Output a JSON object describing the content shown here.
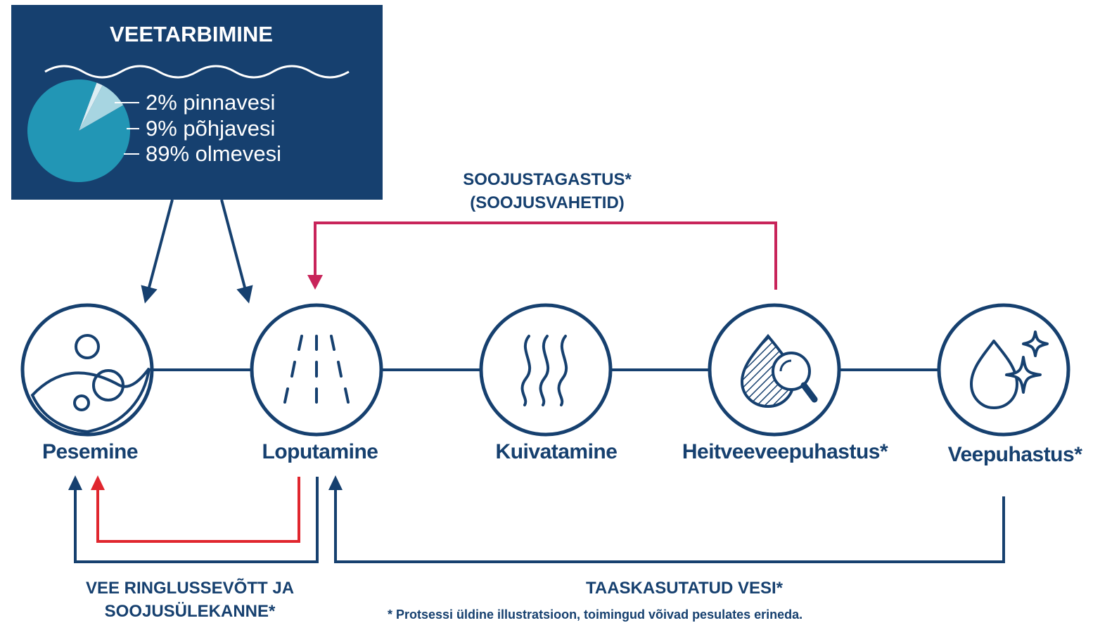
{
  "panel": {
    "title": "VEETARBIMINE",
    "pie": [
      {
        "label": "2% pinnavesi",
        "percent": 2,
        "color": "#dcedf3"
      },
      {
        "label": "9% põhjavesi",
        "percent": 9,
        "color": "#a7d5e1"
      },
      {
        "label": "89% olmevesi",
        "percent": 89,
        "color": "#2296b5"
      }
    ],
    "bg_color": "#16406f"
  },
  "stages": [
    {
      "label": "Pesemine",
      "icon": "washing-icon"
    },
    {
      "label": "Loputamine",
      "icon": "rinse-spray-icon"
    },
    {
      "label": "Kuivatamine",
      "icon": "drying-heat-waves-icon"
    },
    {
      "label": "Heitveeveepuhastus*",
      "icon": "wastewater-drop-magnifier-icon"
    },
    {
      "label": "Veepuhastus*",
      "icon": "clean-water-drop-sparkle-icon"
    }
  ],
  "flows": {
    "heat_recovery": {
      "line1": "SOOJUSTAGASTUS*",
      "line2": "(SOOJUSVAHETID)",
      "color": "#c8245a"
    },
    "recirculation": {
      "line1": "VEE RINGLUSSEVÕTT JA",
      "line2": "SOOJUSÜLEKANNE*",
      "color": "#e0262e"
    },
    "reused_water": {
      "label": "TAASKASUTATUD VESI*"
    }
  },
  "footnote": "* Protsessi üldine illustratsioon, toimingud võivad pesulates erineda.",
  "colors": {
    "navy": "#16406f",
    "pink": "#c8245a",
    "red": "#e0262e"
  }
}
